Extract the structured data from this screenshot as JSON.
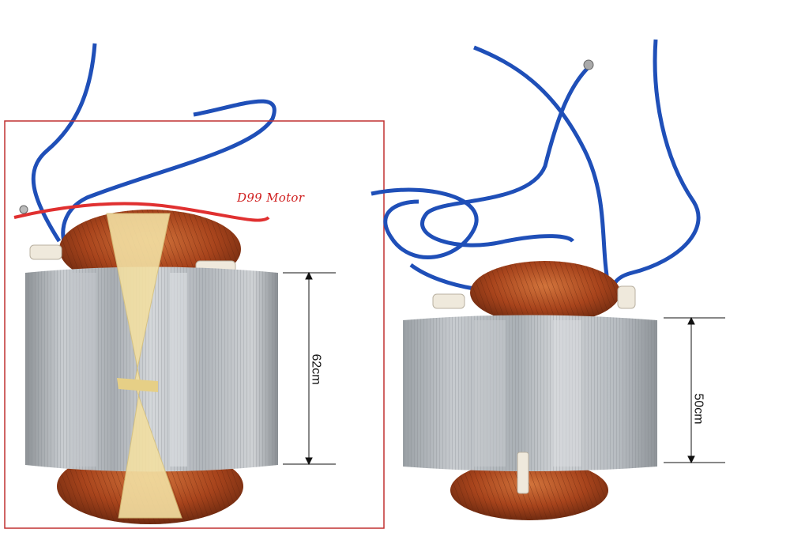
{
  "annotations": {
    "motor_label": "D99 Motor",
    "left_height": "62cm",
    "right_height": "50cm"
  },
  "colors": {
    "highlight_box": "#c03030",
    "wire": "#1f4fb8",
    "red_wire": "#e03030",
    "copper": "#a8441c",
    "steel": "#b4b8bd"
  }
}
